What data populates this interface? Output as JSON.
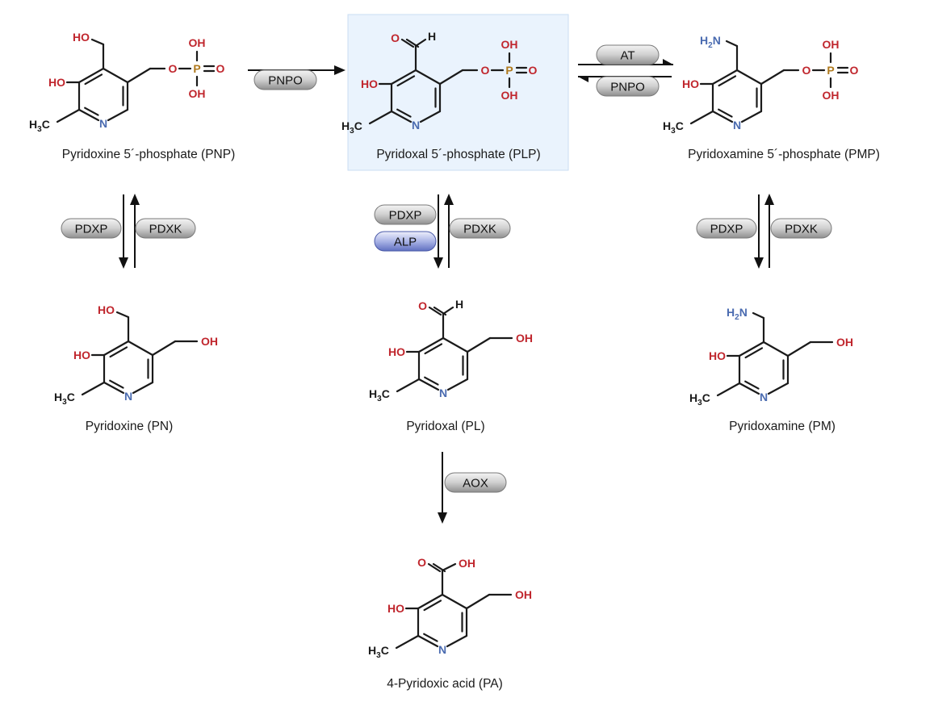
{
  "colors": {
    "oxygen": "#c0262d",
    "nitrogen": "#4a6bb0",
    "phosphorus": "#b07a1e",
    "carbon": "#1a1a1a",
    "highlight_bg": "#eaf3fd",
    "highlight_border": "#c9ddf3"
  },
  "atoms": {
    "ho": "HO",
    "oh": "OH",
    "o": "O",
    "h": "H",
    "n": "N",
    "p": "P",
    "c": "C",
    "h2n_h": "H",
    "h2n_sub": "2",
    "h2n_n": "N",
    "h3c_h": "H",
    "h3c_sub": "3",
    "h3c_c": "C"
  },
  "compounds": {
    "pnp": {
      "label": "Pyridoxine 5´-phosphate (PNP)"
    },
    "plp": {
      "label": "Pyridoxal 5´-phosphate (PLP)"
    },
    "pmp": {
      "label": "Pyridoxamine 5´-phosphate (PMP)"
    },
    "pn": {
      "label": "Pyridoxine (PN)"
    },
    "pl": {
      "label": "Pyridoxal (PL)"
    },
    "pm": {
      "label": "Pyridoxamine (PM)"
    },
    "pa": {
      "label": "4-Pyridoxic acid (PA)"
    }
  },
  "enzymes": {
    "pnpo_1": "PNPO",
    "at": "AT",
    "pnpo_2": "PNPO",
    "pdxp_left": "PDXP",
    "pdxk_left": "PDXK",
    "pdxp_mid": "PDXP",
    "alp_mid": "ALP",
    "pdxk_mid": "PDXK",
    "pdxp_right": "PDXP",
    "pdxk_right": "PDXK",
    "aox": "AOX"
  }
}
